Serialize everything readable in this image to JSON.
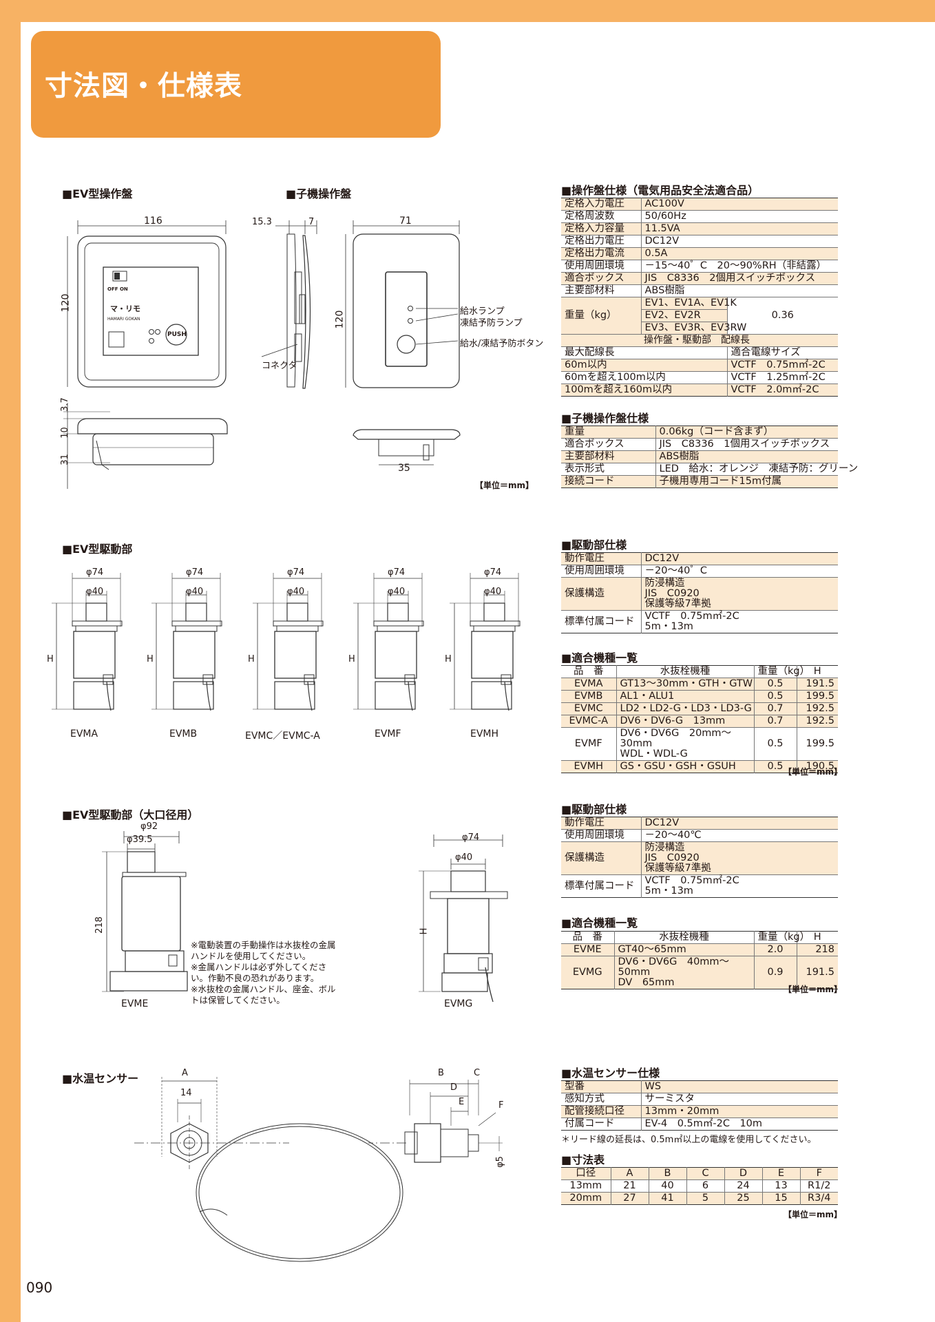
{
  "page": {
    "title": "寸法図・仕様表",
    "number": "090"
  },
  "colors": {
    "frame": "#f7b264",
    "title_box": "#f09a3e",
    "row_tint": "#fbe9d1"
  },
  "ev_panel": {
    "heading": "■EV型操作盤",
    "dims": {
      "width": "116",
      "height": "120",
      "d1": "3.7",
      "d2": "10",
      "d3": "31"
    },
    "panel_labels": {
      "on_off": "OFF  ON",
      "brand": "マ・リモ",
      "company": "HAMARI GOKAN",
      "push": "PUSH"
    }
  },
  "child_panel": {
    "heading": "■子機操作盤",
    "dims": {
      "a": "15.3",
      "b": "7",
      "width": "71",
      "height": "120",
      "depth": "35"
    },
    "callouts": {
      "connector": "コネクタ",
      "water_lamp": "給水ランプ",
      "freeze_lamp": "凍結予防ランプ",
      "button": "給水/凍結予防ボタン"
    },
    "unit": "【単位＝mm】"
  },
  "panel_spec": {
    "heading": "■操作盤仕様（電気用品安全法適合品）",
    "rows": [
      {
        "k": "定格入力電圧",
        "v": "AC100V"
      },
      {
        "k": "定格周波数",
        "v": "50/60Hz"
      },
      {
        "k": "定格入力容量",
        "v": "11.5VA"
      },
      {
        "k": "定格出力電圧",
        "v": "DC12V"
      },
      {
        "k": "定格出力電流",
        "v": "0.5A"
      },
      {
        "k": "使用周囲環境",
        "v": "－15～40゜C　20～90%RH（非結露）"
      },
      {
        "k": "適合ボックス",
        "v": "JIS　C8336　2個用スイッチボックス"
      },
      {
        "k": "主要部材料",
        "v": "ABS樹脂"
      }
    ],
    "weight": {
      "k": "重量（kg）",
      "models": [
        "EV1、EV1A、EV1K",
        "EV2、EV2R",
        "EV3、EV3R、EV3RW"
      ],
      "value": "0.36"
    },
    "wiring_header": {
      "a": "操作盤・駆動部　配線長",
      "b": "適合電線サイズ",
      "k": "最大配線長"
    },
    "wiring": [
      {
        "k": "60m以内",
        "v": "VCTF　0.75m㎡-2C"
      },
      {
        "k": "60mを超え100m以内",
        "v": "VCTF　1.25m㎡-2C"
      },
      {
        "k": "100mを超え160m以内",
        "v": "VCTF　2.0m㎡-2C"
      }
    ]
  },
  "child_spec": {
    "heading": "■子機操作盤仕様",
    "rows": [
      {
        "k": "重量",
        "v": "0.06kg（コード含まず）"
      },
      {
        "k": "適合ボックス",
        "v": "JIS　C8336　1個用スイッチボックス"
      },
      {
        "k": "主要部材料",
        "v": "ABS樹脂"
      },
      {
        "k": "表示形式",
        "v": "LED　給水：オレンジ　凍結予防：グリーン"
      },
      {
        "k": "接続コード",
        "v": "子機用専用コード15m付属"
      }
    ]
  },
  "drive": {
    "heading": "■EV型駆動部",
    "phi74": "φ74",
    "phi40": "φ40",
    "h": "H",
    "models": [
      "EVMA",
      "EVMB",
      "EVMC／EVMC-A",
      "EVMF",
      "EVMH"
    ]
  },
  "drive_spec": {
    "heading": "■駆動部仕様",
    "rows": [
      {
        "k": "動作電圧",
        "v": "DC12V"
      },
      {
        "k": "使用周囲環境",
        "v": "－20～40゜C"
      }
    ],
    "protect": {
      "k": "保護構造",
      "lines": [
        "防浸構造",
        "JIS　C0920",
        "保護等級7準拠"
      ]
    },
    "cord": {
      "k": "標準付属コード",
      "lines": [
        "VCTF　0.75m㎡-2C",
        "5m・13m"
      ]
    }
  },
  "models": {
    "heading": "■適合機種一覧",
    "headers": [
      "品　番",
      "水抜栓機種",
      "重量（kg）",
      "H"
    ],
    "rows": [
      {
        "m": "EVMA",
        "t": "GT13～30mm・GTH・GTW",
        "w": "0.5",
        "h": "191.5"
      },
      {
        "m": "EVMB",
        "t": "AL1・ALU1",
        "w": "0.5",
        "h": "199.5"
      },
      {
        "m": "EVMC",
        "t": "LD2・LD2-G・LD3・LD3-G",
        "w": "0.7",
        "h": "192.5"
      },
      {
        "m": "EVMC-A",
        "t": "DV6・DV6-G　13mm",
        "w": "0.7",
        "h": "192.5"
      },
      {
        "m": "EVMF",
        "t": "DV6・DV6G　20mm～30mm\nWDL・WDL-G",
        "w": "0.5",
        "h": "199.5"
      },
      {
        "m": "EVMH",
        "t": "GS・GSU・GSH・GSUH",
        "w": "0.5",
        "h": "190.5"
      }
    ],
    "unit": "【単位＝mm】"
  },
  "drive_large": {
    "heading": "■EV型駆動部（大口径用）",
    "phi92": "φ92",
    "phi395": "φ39.5",
    "h218": "218",
    "phi74": "φ74",
    "phi40": "φ40",
    "h": "H",
    "models": [
      "EVME",
      "EVMG"
    ],
    "notes": [
      "※電動装置の手動操作は水抜栓の金属ハンドルを使用してください。",
      "※金属ハンドルは必ず外してください。作動不良の恐れがあります。",
      "※水抜栓の金属ハンドル、座金、ボルトは保管してください。"
    ]
  },
  "drive_spec2": {
    "heading": "■駆動部仕様",
    "rows": [
      {
        "k": "動作電圧",
        "v": "DC12V"
      },
      {
        "k": "使用周囲環境",
        "v": "－20～40℃"
      }
    ],
    "protect": {
      "k": "保護構造",
      "lines": [
        "防浸構造",
        "JIS　C0920",
        "保護等級7準拠"
      ]
    },
    "cord": {
      "k": "標準付属コード",
      "lines": [
        "VCTF　0.75m㎡-2C",
        "5m・13m"
      ]
    }
  },
  "models2": {
    "heading": "■適合機種一覧",
    "headers": [
      "品　番",
      "水抜栓機種",
      "重量（kg）",
      "H"
    ],
    "rows": [
      {
        "m": "EVME",
        "t": "GT40～65mm",
        "w": "2.0",
        "h": "218"
      },
      {
        "m": "EVMG",
        "t": "DV6・DV6G　40mm～50mm\nDV　65mm",
        "w": "0.9",
        "h": "191.5"
      }
    ],
    "unit": "【単位＝mm】"
  },
  "sensor": {
    "heading": "■水温センサー",
    "labels": {
      "a": "A",
      "b": "B",
      "c": "C",
      "d": "D",
      "e": "E",
      "f": "F",
      "d14": "14",
      "phi5": "φ5"
    }
  },
  "sensor_spec": {
    "heading": "■水温センサー仕様",
    "rows": [
      {
        "k": "型番",
        "v": "WS"
      },
      {
        "k": "感知方式",
        "v": "サーミスタ"
      },
      {
        "k": "配管接続口径",
        "v": "13mm・20mm"
      },
      {
        "k": "付属コード",
        "v": "EV-4　0.5m㎡-2C　10m"
      }
    ],
    "note": "＊リード線の延長は、0.5m㎡以上の電線を使用してください。"
  },
  "dims_table": {
    "heading": "■寸法表",
    "headers": [
      "口径",
      "A",
      "B",
      "C",
      "D",
      "E",
      "F"
    ],
    "rows": [
      [
        "13mm",
        "21",
        "40",
        "6",
        "24",
        "13",
        "R1/2"
      ],
      [
        "20mm",
        "27",
        "41",
        "5",
        "25",
        "15",
        "R3/4"
      ]
    ],
    "unit": "【単位＝mm】"
  }
}
